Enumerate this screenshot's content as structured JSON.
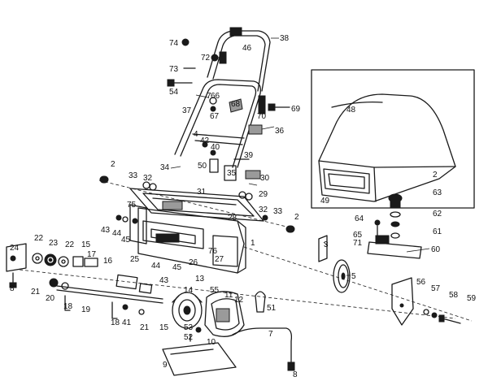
{
  "callouts": [
    {
      "id": "74",
      "label": "74"
    },
    {
      "id": "38",
      "label": "38"
    },
    {
      "id": "72",
      "label": "72"
    },
    {
      "id": "46",
      "label": "46"
    },
    {
      "id": "73",
      "label": "73"
    },
    {
      "id": "54",
      "label": "54"
    },
    {
      "id": "7",
      "label": "7"
    },
    {
      "id": "66",
      "label": "66"
    },
    {
      "id": "68",
      "label": "68"
    },
    {
      "id": "67",
      "label": "67"
    },
    {
      "id": "70",
      "label": "70"
    },
    {
      "id": "69",
      "label": "69"
    },
    {
      "id": "37",
      "label": "37"
    },
    {
      "id": "36",
      "label": "36"
    },
    {
      "id": "4",
      "label": "4"
    },
    {
      "id": "42",
      "label": "42"
    },
    {
      "id": "40",
      "label": "40"
    },
    {
      "id": "39",
      "label": "39"
    },
    {
      "id": "2a",
      "label": "2"
    },
    {
      "id": "34",
      "label": "34"
    },
    {
      "id": "50",
      "label": "50"
    },
    {
      "id": "35",
      "label": "35"
    },
    {
      "id": "30",
      "label": "30"
    },
    {
      "id": "33a",
      "label": "33"
    },
    {
      "id": "32a",
      "label": "32"
    },
    {
      "id": "31",
      "label": "31"
    },
    {
      "id": "29",
      "label": "29"
    },
    {
      "id": "75",
      "label": "75"
    },
    {
      "id": "28",
      "label": "28"
    },
    {
      "id": "32b",
      "label": "32"
    },
    {
      "id": "33b",
      "label": "33"
    },
    {
      "id": "2b",
      "label": "2"
    },
    {
      "id": "43a",
      "label": "43"
    },
    {
      "id": "44a",
      "label": "44"
    },
    {
      "id": "45a",
      "label": "45"
    },
    {
      "id": "1",
      "label": "1"
    },
    {
      "id": "25",
      "label": "25"
    },
    {
      "id": "24",
      "label": "24"
    },
    {
      "id": "22a",
      "label": "22"
    },
    {
      "id": "23",
      "label": "23"
    },
    {
      "id": "22b",
      "label": "22"
    },
    {
      "id": "15a",
      "label": "15"
    },
    {
      "id": "17",
      "label": "17"
    },
    {
      "id": "16",
      "label": "16"
    },
    {
      "id": "44b",
      "label": "44"
    },
    {
      "id": "45b",
      "label": "45"
    },
    {
      "id": "26",
      "label": "26"
    },
    {
      "id": "76",
      "label": "76"
    },
    {
      "id": "27",
      "label": "27"
    },
    {
      "id": "43b",
      "label": "43"
    },
    {
      "id": "13",
      "label": "13"
    },
    {
      "id": "14",
      "label": "14"
    },
    {
      "id": "55",
      "label": "55"
    },
    {
      "id": "11",
      "label": "11"
    },
    {
      "id": "12",
      "label": "12"
    },
    {
      "id": "8a",
      "label": "8"
    },
    {
      "id": "21a",
      "label": "21"
    },
    {
      "id": "20",
      "label": "20"
    },
    {
      "id": "18a",
      "label": "18"
    },
    {
      "id": "19",
      "label": "19"
    },
    {
      "id": "18b",
      "label": "18"
    },
    {
      "id": "41",
      "label": "41"
    },
    {
      "id": "21b",
      "label": "21"
    },
    {
      "id": "15b",
      "label": "15"
    },
    {
      "id": "53",
      "label": "53"
    },
    {
      "id": "52",
      "label": "52"
    },
    {
      "id": "10",
      "label": "10"
    },
    {
      "id": "9",
      "label": "9"
    },
    {
      "id": "7b",
      "label": "7"
    },
    {
      "id": "8b",
      "label": "8"
    },
    {
      "id": "48",
      "label": "48"
    },
    {
      "id": "49",
      "label": "49"
    },
    {
      "id": "2c",
      "label": "2"
    },
    {
      "id": "63",
      "label": "63"
    },
    {
      "id": "62",
      "label": "62"
    },
    {
      "id": "64",
      "label": "64"
    },
    {
      "id": "65",
      "label": "65"
    },
    {
      "id": "71",
      "label": "71"
    },
    {
      "id": "61",
      "label": "61"
    },
    {
      "id": "60",
      "label": "60"
    },
    {
      "id": "3",
      "label": "3"
    },
    {
      "id": "5",
      "label": "5"
    },
    {
      "id": "51",
      "label": "51"
    },
    {
      "id": "56",
      "label": "56"
    },
    {
      "id": "57",
      "label": "57"
    },
    {
      "id": "58",
      "label": "58"
    },
    {
      "id": "59",
      "label": "59"
    }
  ]
}
